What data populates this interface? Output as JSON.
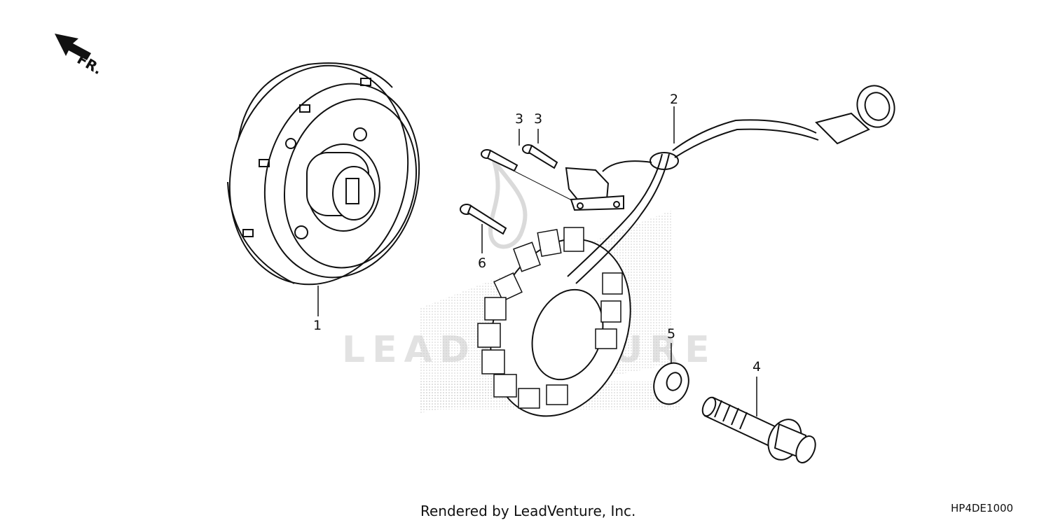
{
  "diagram": {
    "orientation_label": "FR.",
    "watermark_text": "LEADVENTURE",
    "callouts": [
      "1",
      "2",
      "3",
      "3",
      "4",
      "5",
      "6"
    ],
    "parts": [
      {
        "callout": "1",
        "icon": "flywheel-icon"
      },
      {
        "callout": "2",
        "icon": "stator-wire-harness-icon"
      },
      {
        "callout": "3",
        "icon": "small-screw-icon"
      },
      {
        "callout": "4",
        "icon": "flange-bolt-icon"
      },
      {
        "callout": "5",
        "icon": "washer-icon"
      },
      {
        "callout": "6",
        "icon": "bolt-icon"
      }
    ]
  },
  "footer": {
    "credit": "Rendered by LeadVenture, Inc.",
    "diagram_code": "HP4DE1000"
  },
  "colors": {
    "line": "#111111",
    "watermark": "#d8d8d8"
  }
}
